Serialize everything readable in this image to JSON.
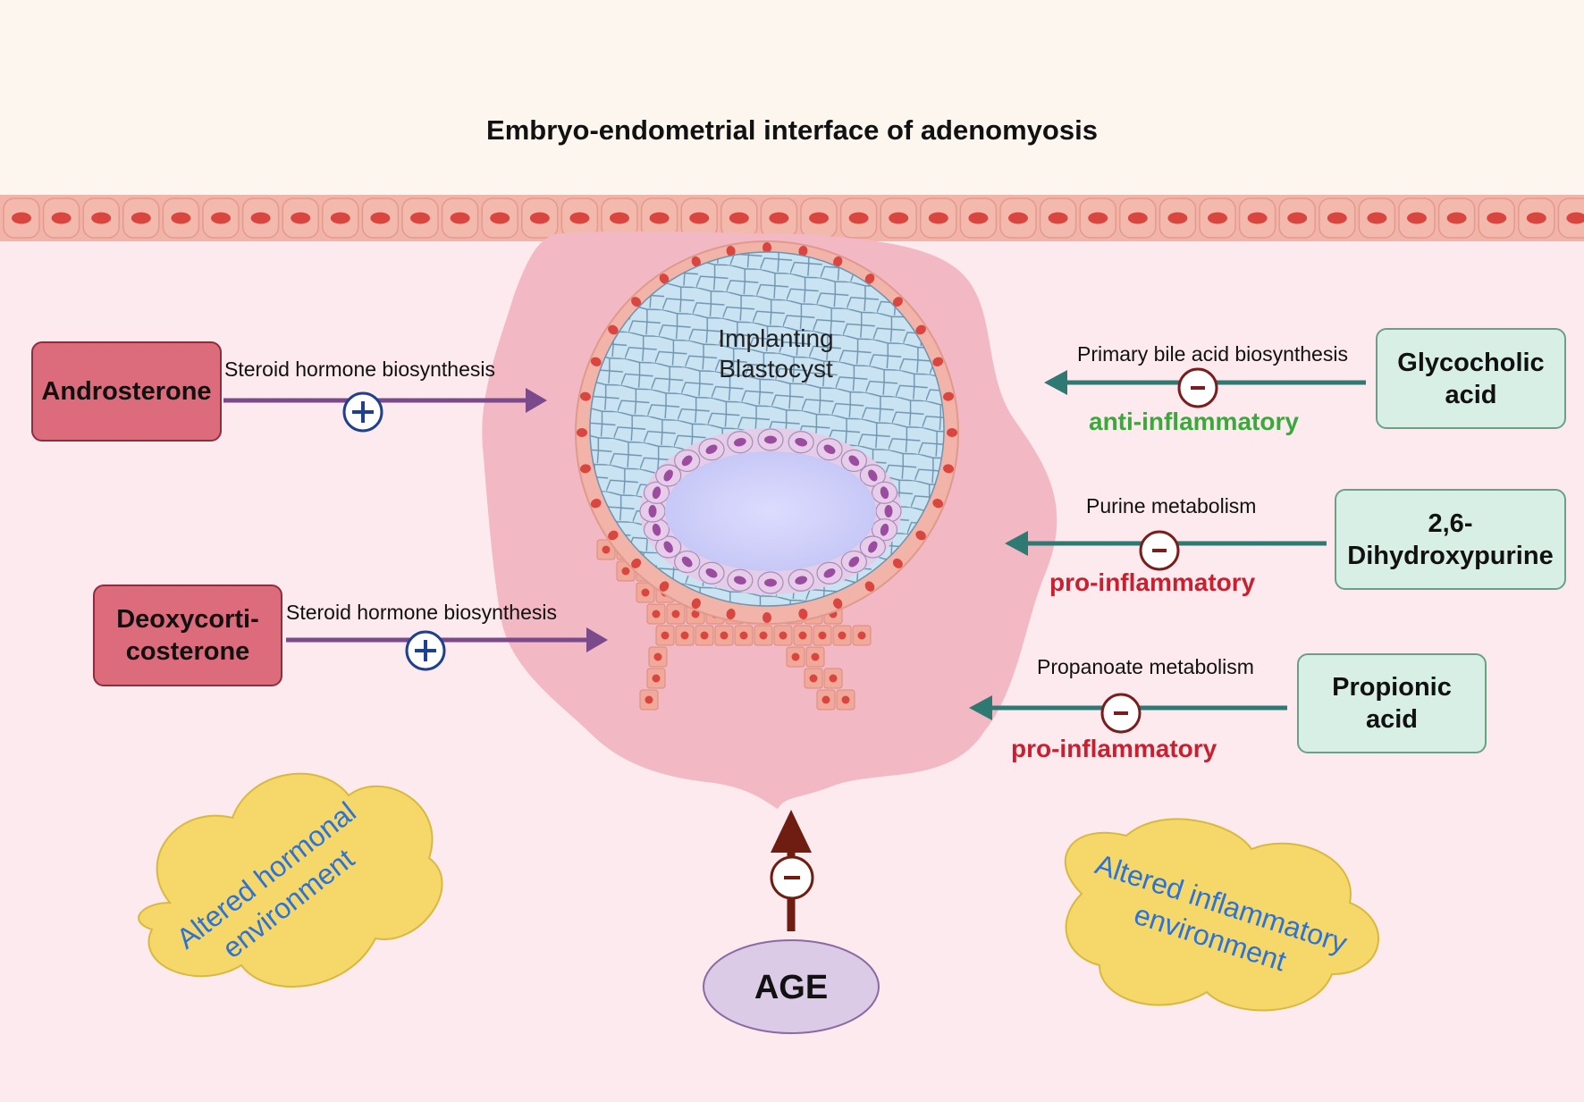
{
  "title": "Embryo-endometrial interface of adenomyosis",
  "blastocyst": {
    "line1": "Implanting",
    "line2": "Blastocyst"
  },
  "left": [
    {
      "name": "Androsterone",
      "pathway": "Steroid hormone biosynthesis",
      "sign": "+"
    },
    {
      "name_line1": "Deoxycorti-",
      "name_line2": "costerone",
      "pathway": "Steroid hormone biosynthesis",
      "sign": "+"
    }
  ],
  "right": [
    {
      "name_line1": "Glycocholic",
      "name_line2": "acid",
      "pathway": "Primary bile acid biosynthesis",
      "effect": "anti-inflammatory",
      "sign": "-"
    },
    {
      "name_line1": "2,6-",
      "name_line2": "Dihydroxypurine",
      "pathway": "Purine metabolism",
      "effect": "pro-inflammatory",
      "sign": "-"
    },
    {
      "name_line1": "Propionic",
      "name_line2": "acid",
      "pathway": "Propanoate metabolism",
      "effect": "pro-inflammatory",
      "sign": "-"
    }
  ],
  "clouds": {
    "left": {
      "line1": "Altered hormonal",
      "line2": "environment"
    },
    "right": {
      "line1": "Altered inflammatory",
      "line2": "environment"
    }
  },
  "age": "AGE",
  "colors": {
    "hormone_box": "#dc6c7c",
    "metabolite_box": "#d8efe6",
    "anti_inflammatory": "#3aa83a",
    "pro_inflammatory": "#c8202f",
    "steroid_arrow": "#7b4a8b",
    "metabolite_arrow": "#2e7a72",
    "cloud": "#f6d86a",
    "cloud_text": "#2b73d6"
  }
}
